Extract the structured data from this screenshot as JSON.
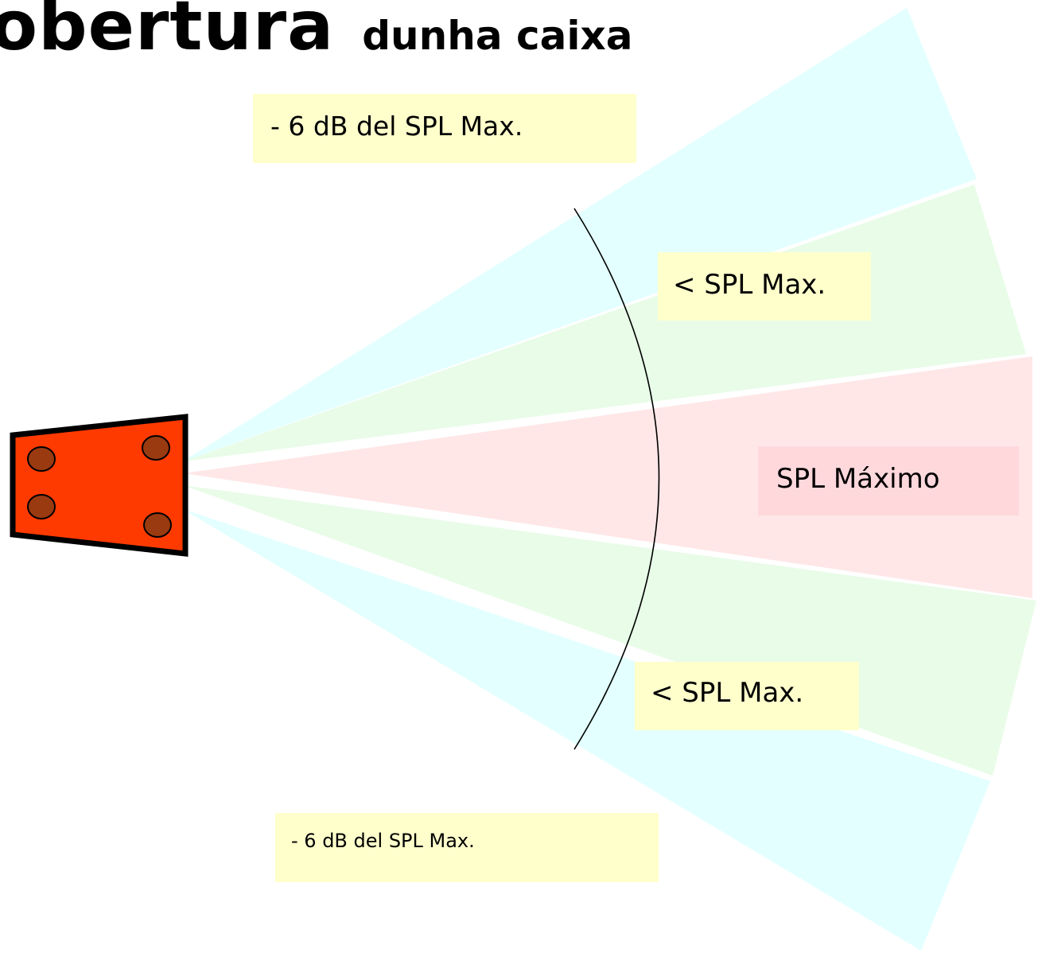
{
  "title": {
    "main": "obertura",
    "sub": "dunha caixa"
  },
  "labels": {
    "top_outer": "- 6 dB del SPL Max.",
    "top_inner": "< SPL Max.",
    "center": "SPL Máximo",
    "bottom_inner": "< SPL Max.",
    "bottom_outer": "- 6 dB del SPL Max."
  },
  "colors": {
    "outer_zone": "#e0ffff",
    "inner_zone": "#e6fce6",
    "center_zone": "#ffe4e6",
    "label_box_yellow": "#ffffcc",
    "label_box_pink": "#ffd8dc",
    "speaker_body": "#ff3a00",
    "speaker_driver": "#9a3a10",
    "outline": "#000000"
  },
  "icons": {
    "speaker": "loudspeaker-box-icon"
  }
}
